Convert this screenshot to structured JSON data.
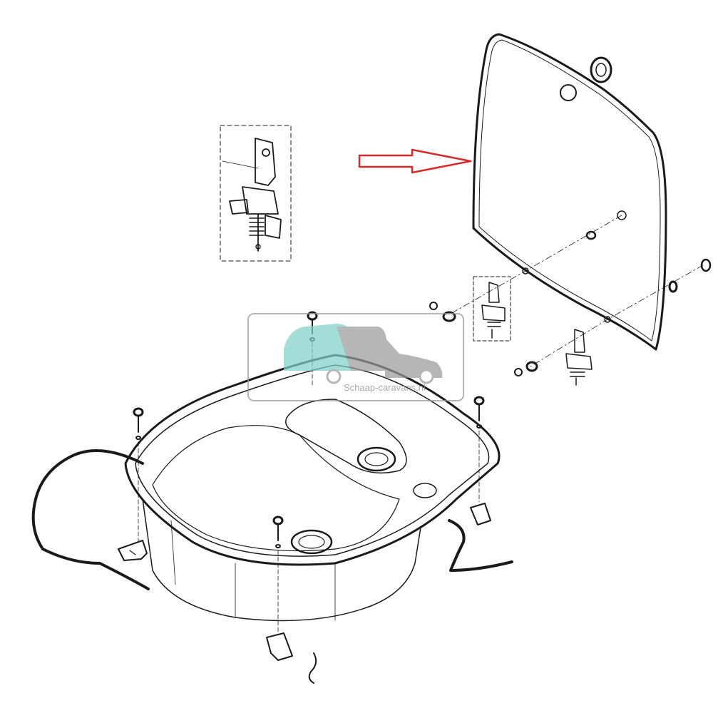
{
  "diagram": {
    "kind": "exploded-parts-view",
    "line_color": "#1a1a1a",
    "arrow_color": "#d42a2a",
    "parts": [
      {
        "id": "glass-lid",
        "icon": "lid-panel"
      },
      {
        "id": "sink-basin",
        "icon": "double-sink"
      },
      {
        "id": "hinge-detail",
        "icon": "hinge"
      },
      {
        "id": "hinge-left",
        "icon": "hinge"
      },
      {
        "id": "hinge-right",
        "icon": "hinge"
      },
      {
        "id": "rubber-seal",
        "icon": "gasket"
      },
      {
        "id": "mounting-clamps",
        "icon": "clamp"
      },
      {
        "id": "mounting-screws",
        "icon": "screw"
      }
    ],
    "callout_arrow": {
      "points_to": "glass-lid"
    }
  },
  "watermark": {
    "text": "Schaap-caravans.nl",
    "icon": "camper-van-logo",
    "colors": {
      "teal": "#7fd1c8",
      "gray": "#9a9a9a"
    }
  }
}
